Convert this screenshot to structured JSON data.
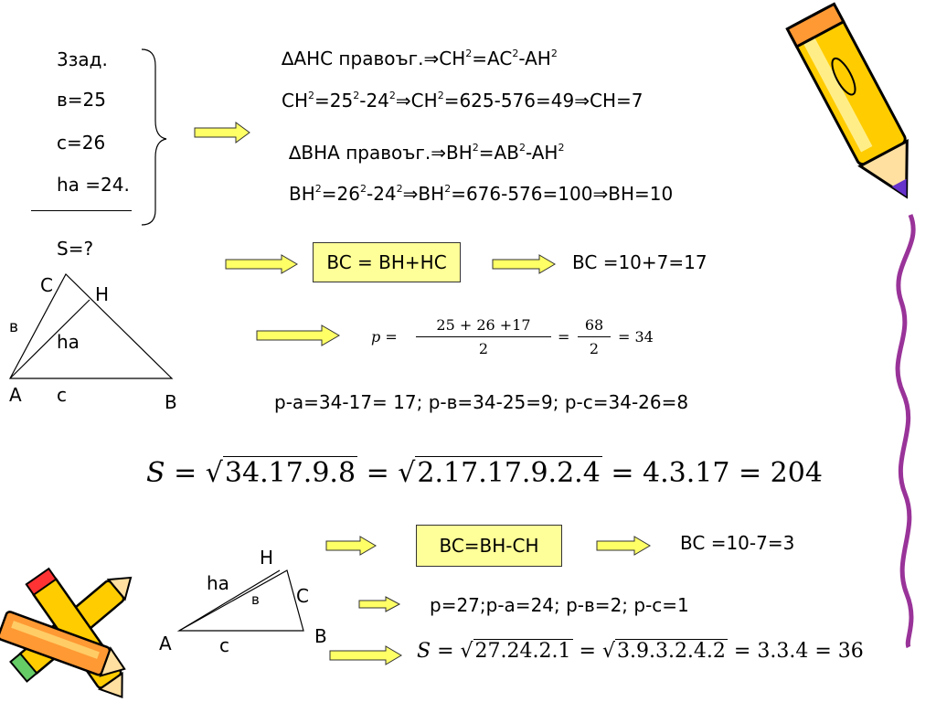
{
  "given": {
    "task": "3зад.",
    "b": "в=25",
    "c": "с=26",
    "ha": "hа =24.",
    "find": "S=?"
  },
  "eq": {
    "ahc_left": "AHC правоъг.",
    "ahc_right_1": "CH",
    "ahc_right_2": "=AC",
    "ahc_right_3": "-AH",
    "sup": "2",
    "ch_1": "CH",
    "ch_2": "=25",
    "ch_3": "-24",
    "ch_4": "CH",
    "ch_5": "=625-576=49",
    "ch_6": "CH=7",
    "bha_left": "BHA правоъг.",
    "bha_1": "BH",
    "bha_2": "=AB",
    "bha_3": "-AH",
    "bh_1": "BH",
    "bh_2": "=26",
    "bh_3": "-24",
    "bh_4": "BH",
    "bh_5": "=676-576=100",
    "bh_6": "BH=10",
    "delta": "∆",
    "implies": "⇒"
  },
  "case1": {
    "box": "BC = BH+HC",
    "result": "BC =10+7=17",
    "p_lhs": "p =",
    "p_num": "25 + 26 +17",
    "p_den": "2",
    "p_num2": "68",
    "p_den2": "2",
    "p_eq": "=",
    "p_val": "= 34",
    "diffs": "р-а=34-17= 17; р-в=34-25=9; р-с=34-26=8",
    "s_lhs": "S =",
    "s_root1": "34.17.9.8",
    "s_root2": "2.17.17.9.2.4",
    "s_tail": "= 4.3.17 = 204",
    "s_eq": "=",
    "sqrt": "√"
  },
  "case2": {
    "box": "BC=BH-CH",
    "result": "BC =10-7=3",
    "p_line": "р=27;р-а=24; р-в=2; р-с=1",
    "s_lhs": "S =",
    "s_root1": "27.24.2.1",
    "s_root2": "3.9.3.2.4.2",
    "s_tail": "= 3.3.4 = 36",
    "s_eq": "="
  },
  "tri1": {
    "C": "C",
    "H": "H",
    "b": "в",
    "ha": "ha",
    "A": "A",
    "c": "с",
    "B": "B"
  },
  "tri2": {
    "H": "H",
    "ha": "ha",
    "b": "в",
    "C": "C",
    "A": "A",
    "c": "с",
    "B": "B"
  },
  "colors": {
    "arrow_fill": "#ffff66",
    "box_fill": "#ffff99",
    "pencil_yellow": "#ffcc00",
    "pencil_orange": "#ff9933"
  }
}
